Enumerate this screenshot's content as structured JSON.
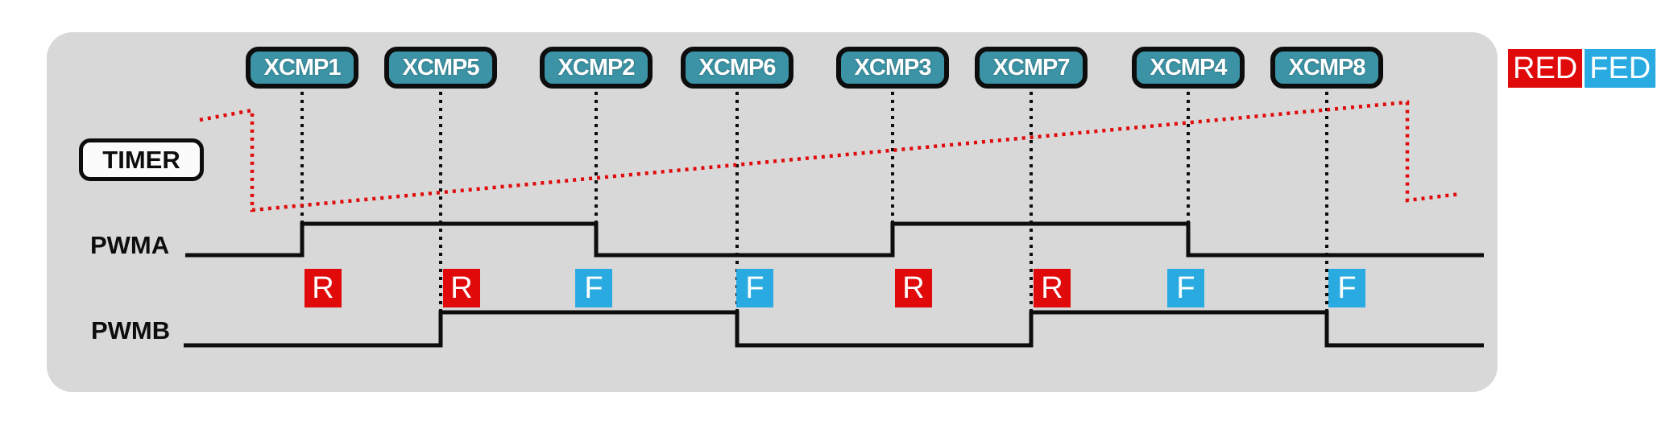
{
  "diagram_data": {
    "type": "pwm-timing-diagram",
    "timer_label": "TIMER",
    "signals": [
      {
        "name": "PWMA"
      },
      {
        "name": "PWMB"
      }
    ],
    "events": [
      {
        "label": "XCMP1",
        "signal": "PWMA",
        "edge": "rising",
        "marker": "R"
      },
      {
        "label": "XCMP5",
        "signal": "PWMB",
        "edge": "rising",
        "marker": "R"
      },
      {
        "label": "XCMP2",
        "signal": "PWMA",
        "edge": "falling",
        "marker": "F"
      },
      {
        "label": "XCMP6",
        "signal": "PWMB",
        "edge": "falling",
        "marker": "F"
      },
      {
        "label": "XCMP3",
        "signal": "PWMA",
        "edge": "rising",
        "marker": "R"
      },
      {
        "label": "XCMP7",
        "signal": "PWMB",
        "edge": "rising",
        "marker": "R"
      },
      {
        "label": "XCMP4",
        "signal": "PWMA",
        "edge": "falling",
        "marker": "F"
      },
      {
        "label": "XCMP8",
        "signal": "PWMB",
        "edge": "falling",
        "marker": "F"
      }
    ],
    "legend": [
      {
        "label": "RED",
        "color": "#e00a0a"
      },
      {
        "label": "FED",
        "color": "#29abe2"
      }
    ],
    "colors": {
      "panel_background": "#d8d8d8",
      "xcmp_box_fill": "#3b93a5",
      "timer_ramp": "#e00a0a",
      "rising_marker": "#e00a0a",
      "falling_marker": "#29abe2",
      "line_black": "#0d0d0d"
    }
  }
}
